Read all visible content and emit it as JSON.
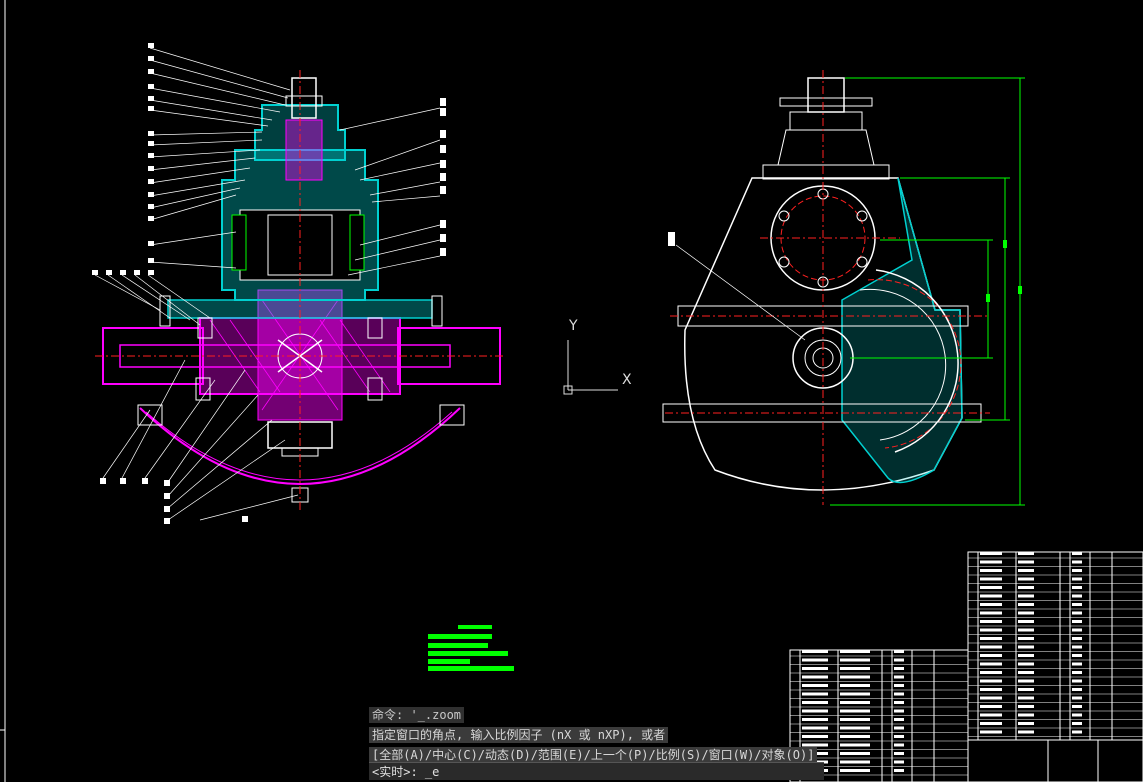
{
  "command_history": {
    "line1": "命令: '_.zoom",
    "line2": "指定窗口的角点, 输入比例因子 (nX 或 nXP), 或者",
    "line3": "[全部(A)/中心(C)/动态(D)/范围(E)/上一个(P)/比例(S)/窗口(W)/对象(O)]"
  },
  "command_input": {
    "prompt": "<实时>: ",
    "value": "_e"
  },
  "ucs_icon": {
    "x_label": "X",
    "y_label": "Y"
  },
  "colors": {
    "background": "#000000",
    "magenta": "#ff00ff",
    "cyan": "#00d0d0",
    "white": "#ffffff",
    "red": "#ff2020",
    "green": "#00ff00"
  }
}
